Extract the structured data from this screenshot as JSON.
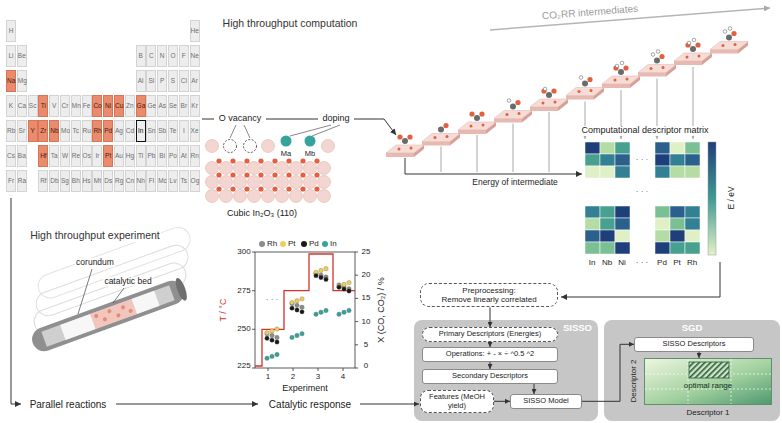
{
  "diagram": {
    "nodes": [
      {
        "text": [
          "Preprocessing:",
          "Remove linearly correlated"
        ]
      },
      {
        "text": [
          "SISSO"
        ]
      },
      {
        "text": [
          "Primary Descriptors (Energies)"
        ],
        "in": 1
      },
      {
        "text": [
          "Operations: + - × ÷ ^0.5 ^2"
        ],
        "in": 1
      },
      {
        "text": [
          "Secondary Descriptors"
        ],
        "in": 1
      },
      {
        "text": [
          "Features (MeOH yield)"
        ],
        "in": 1
      },
      {
        "text": [
          "SISSO Model"
        ],
        "in": 1
      },
      {
        "text": [
          "SGD"
        ]
      },
      {
        "text": [
          "SISSO Descriptors"
        ],
        "in": 7
      },
      {
        "text": [
          "optimal range"
        ],
        "in": 7
      }
    ],
    "edges": [
      {
        "from": 0,
        "to": 2,
        "arrow": "to"
      },
      {
        "from": 2,
        "to": 3,
        "arrow": "to"
      },
      {
        "from": 3,
        "to": 4,
        "arrow": "to"
      },
      {
        "from": 4,
        "to": 6,
        "arrow": "to"
      },
      {
        "from": 5,
        "to": 6,
        "arrow": "to"
      },
      {
        "from": 6,
        "to": 8,
        "arrow": "to"
      },
      {
        "from": 8,
        "to": 9,
        "arrow": "to"
      }
    ],
    "labels": [
      "H",
      "He",
      "Li",
      "Be",
      "B",
      "C",
      "N",
      "O",
      "F",
      "Ne",
      "Na",
      "Mg",
      "Al",
      "Si",
      "P",
      "S",
      "Cl",
      "Ar",
      "K",
      "Ca",
      "Sc",
      "Ti",
      "V",
      "Cr",
      "Mn",
      "Fe",
      "Co",
      "Ni",
      "Cu",
      "Zn",
      "Ga",
      "Ge",
      "As",
      "Se",
      "Br",
      "Kr",
      "Rb",
      "Sr",
      "Y",
      "Zr",
      "Nb",
      "Mo",
      "Tc",
      "Ru",
      "Rh",
      "Pd",
      "Ag",
      "Cd",
      "In",
      "Sn",
      "Sb",
      "Te",
      "I",
      "Xe",
      "Cs",
      "Ba",
      "Hf",
      "Ta",
      "W",
      "Re",
      "Os",
      "Ir",
      "Pt",
      "Au",
      "Hg",
      "Tl",
      "Pb",
      "Bi",
      "Po",
      "At",
      "Rn",
      "Fr",
      "Ra",
      "Rf",
      "Db",
      "Sg",
      "Bh",
      "Hs",
      "Mt",
      "Ds",
      "Rg",
      "Cn",
      "Nh",
      "Fl",
      "Mc",
      "Lv",
      "Ts",
      "Og",
      "High throughput computation",
      "O vacancy",
      "doping",
      "Ma",
      "Mb",
      "Cubic In₂O₃ (110)",
      "CO₂RR intermediates",
      "Computational descriptor matrix",
      "Energy of intermediate",
      "E / eV",
      "In",
      "Nb",
      "Ni",
      "· · ·",
      "Pd",
      "Pt",
      "Rh",
      "· · ·",
      "· · ·",
      "High throughput experiment",
      "corundum",
      "catalytic bed",
      "T / °C",
      "X (CO, CO₂) / %",
      "300",
      "275",
      "250",
      "225",
      "25",
      "20",
      "15",
      "10",
      "5",
      "0",
      "1",
      "2",
      "3",
      "4",
      "Experiment",
      "· · ·",
      "Parallel reactions",
      "Catalytic response",
      "Descriptor 1",
      "Descriptor 2"
    ],
    "legend": [
      {
        "text": "Rh",
        "color": "#8c8c8c"
      },
      {
        "text": "Pt",
        "color": "#f0cf55"
      },
      {
        "text": "Pd",
        "color": "#1a1a1a"
      },
      {
        "text": "In",
        "color": "#35a49c"
      }
    ]
  }
}
